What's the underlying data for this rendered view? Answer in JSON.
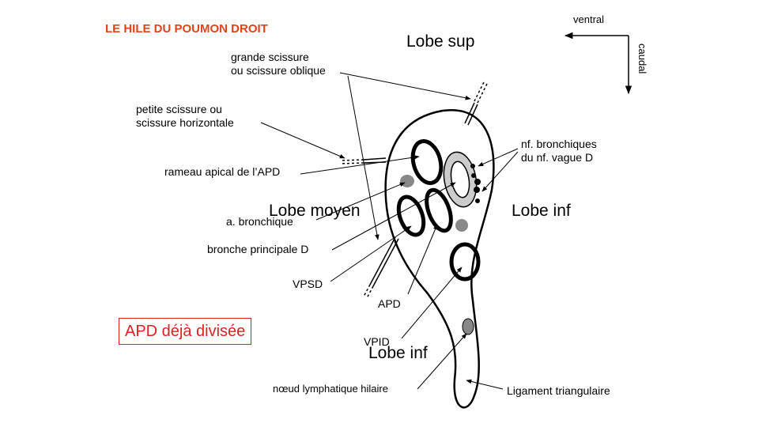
{
  "title": "LE HILE DU POUMON DROIT",
  "colors": {
    "title": "#e0431a",
    "boxed": "#e02020",
    "grey": "#bbbbbb",
    "node": "#888888"
  },
  "orientation": {
    "top": "ventral",
    "side": "caudal"
  },
  "lobes": {
    "sup": "Lobe sup",
    "moyen": "Lobe moyen",
    "inf_right": "Lobe inf",
    "inf_bottom": "Lobe inf"
  },
  "labels": {
    "grande_scissure": "grande scissure\nou scissure oblique",
    "petite_scissure": "petite scissure ou\nscissure horizontale",
    "rameau_apical": "rameau apical de l’APD",
    "a_bronchique": "a. bronchique",
    "bronche_principale": "bronche principale D",
    "vpsd": "VPSD",
    "apd": "APD",
    "vpid": "VPID",
    "noeud": "nœud lymphatique hilaire",
    "nf_bronchiques": "nf. bronchiques\ndu nf. vague D",
    "ligament": "Ligament triangulaire"
  },
  "note": "APD déjà divisée"
}
